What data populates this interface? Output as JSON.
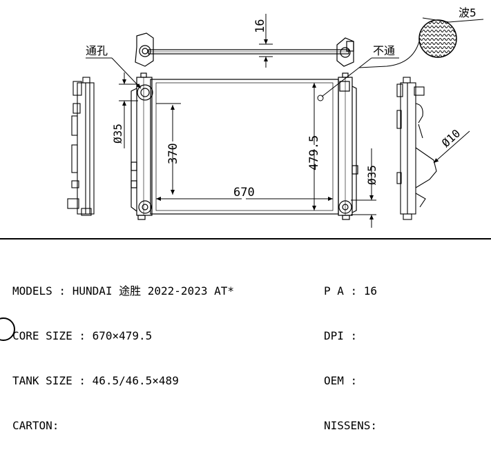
{
  "drawing": {
    "dims": {
      "core_width": "670",
      "core_height": "479.5",
      "tank_inner": "370",
      "pipe_dia_left": "Ø35",
      "pipe_dia_right": "Ø35",
      "fin_pitch": "16",
      "hose_dia": "Ø10"
    },
    "labels": {
      "inlet_hole": "通孔",
      "no_through": "不通",
      "wave": "波5"
    }
  },
  "spec": {
    "models": "MODELS : HUNDAI 途胜 2022-2023 AT*",
    "core_size": "CORE SIZE : 670×479.5",
    "tank_size": "TANK SIZE : 46.5/46.5×489",
    "carton": "CARTON:",
    "pa": "P A : 16",
    "dpi": "DPI :",
    "oem": "OEM :",
    "nissens": "NISSENS:"
  }
}
